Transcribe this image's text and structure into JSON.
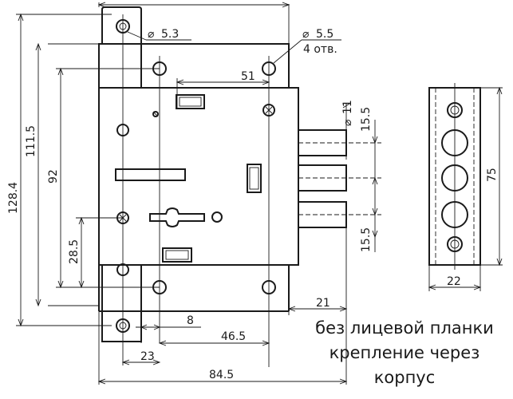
{
  "dimensions": {
    "hole_small": "5.3",
    "hole_large": "5.5",
    "hole_count": "4 отв.",
    "dim_51": "51",
    "bolt_dia": "11",
    "pitch_top": "15.5",
    "pitch_bottom": "15.5",
    "height_128": "128.4",
    "height_111": "111.5",
    "height_92": "92",
    "height_28": "28.5",
    "side_75": "75",
    "side_22": "22",
    "dim_21": "21",
    "dim_8": "8",
    "dim_46": "46.5",
    "dim_23": "23",
    "dim_84": "84.5"
  },
  "note": {
    "line1": "без лицевой планки",
    "line2": "крепление через",
    "line3": "корпус"
  },
  "symbols": {
    "diameter": "⌀"
  }
}
